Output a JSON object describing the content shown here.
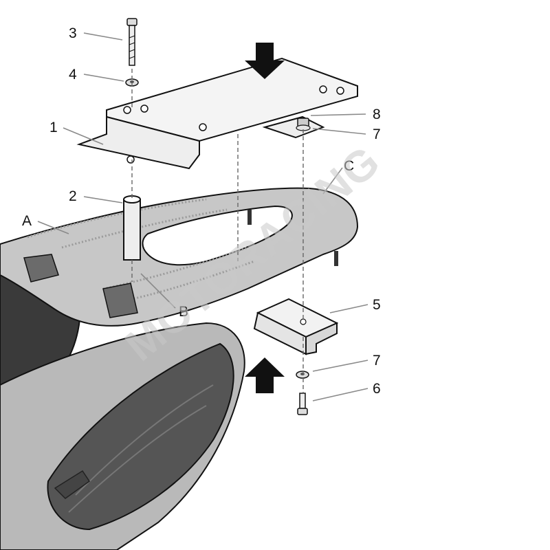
{
  "diagram": {
    "parts": {
      "p1": "1",
      "p2": "2",
      "p3": "3",
      "p4": "4",
      "p5": "5",
      "p6": "6",
      "p7a": "7",
      "p7b": "7",
      "p8": "8",
      "pA": "A",
      "pB": "B",
      "pC": "C"
    },
    "watermark": "MOTORACING"
  },
  "colors": {
    "ink": "#111111",
    "plate": "#f4f4f4",
    "rail": "#c7c7c7",
    "rail_dark": "#8f8f8f",
    "seat": "#3a3a3a",
    "fender": "#b9b9b9",
    "lamp": "#555555",
    "watermark": "#c9c9c9"
  },
  "icons": [
    "arrow-down-icon",
    "arrow-up-icon"
  ]
}
